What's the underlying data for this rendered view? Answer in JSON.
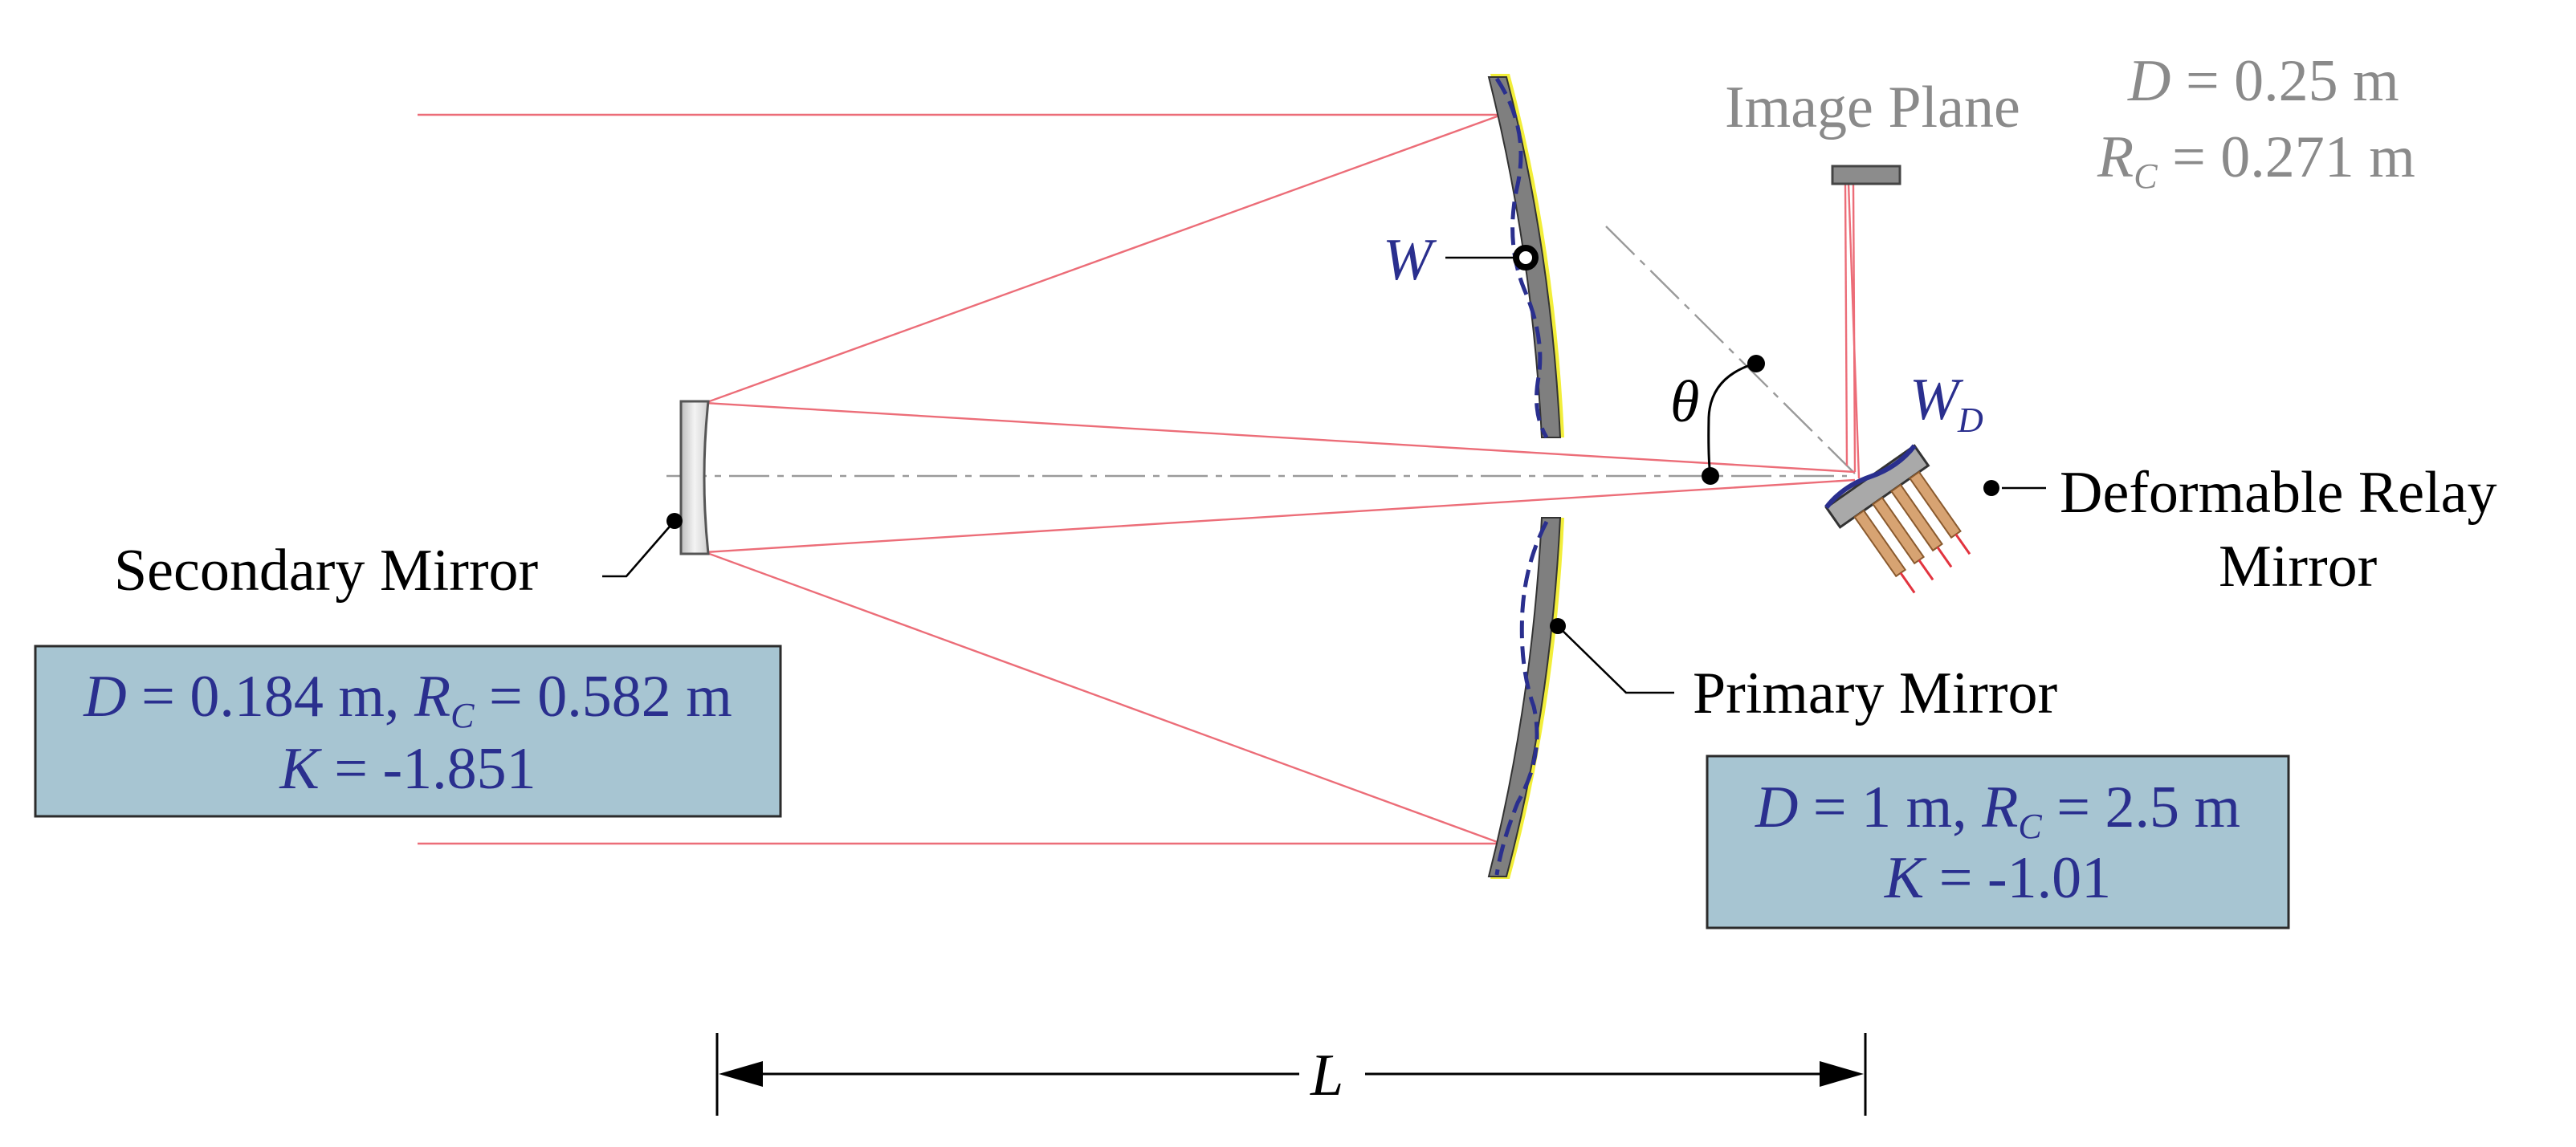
{
  "labels": {
    "image_plane": "Image Plane",
    "secondary_mirror": "Secondary Mirror",
    "primary_mirror": "Primary Mirror",
    "deformable_relay_1": "Deformable Relay",
    "deformable_relay_2": "Mirror",
    "theta": "θ",
    "w": "W",
    "wd": "W",
    "wd_sub": "D",
    "length": "L"
  },
  "image_plane_spec": {
    "d_sym": "D",
    "d_val": " = 0.25 m",
    "rc_sym": "R",
    "rc_sub": "C",
    "rc_val": " = 0.271 m"
  },
  "secondary_spec": {
    "d_sym": "D",
    "d_val": " = 0.184 m, ",
    "rc_sym": "R",
    "rc_sub": "C",
    "rc_val": " = 0.582 m",
    "k_sym": "K",
    "k_val": " = -1.851"
  },
  "primary_spec": {
    "d_sym": "D",
    "d_val": " = 1 m, ",
    "rc_sym": "R",
    "rc_sub": "C",
    "rc_val": " = 2.5 m",
    "k_sym": "K",
    "k_val": " = -1.01"
  },
  "colors": {
    "ray": "#ec6d78",
    "text_blue": "#2a2f8e",
    "spec_gray": "#8a8a8a",
    "box_fill": "#a7c5d2",
    "mirror_gray": "#7f7f7f",
    "coating_yellow": "#f2ee3a",
    "actuator": "#d7a372"
  }
}
